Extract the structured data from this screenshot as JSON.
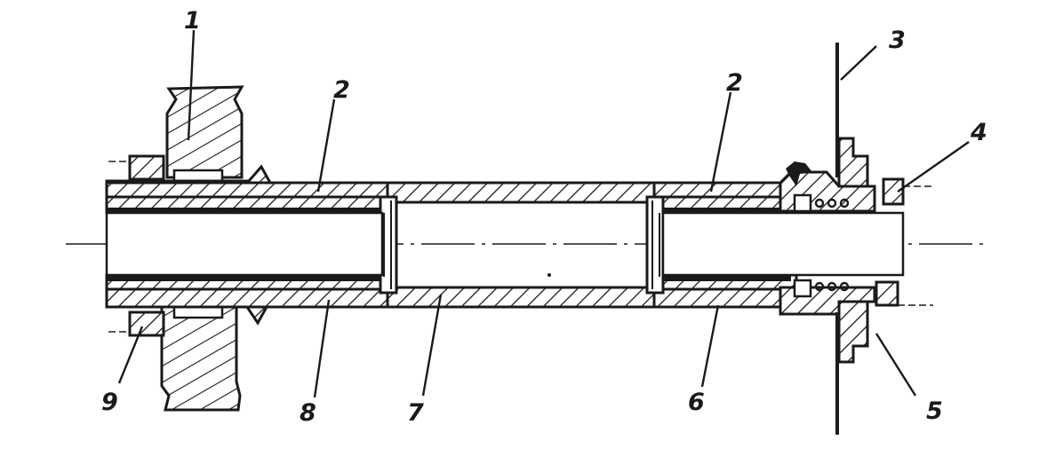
{
  "diagram": {
    "callouts": [
      {
        "id": "c1",
        "label": "1"
      },
      {
        "id": "c2a",
        "label": "2"
      },
      {
        "id": "c2b",
        "label": "2"
      },
      {
        "id": "c3",
        "label": "3"
      },
      {
        "id": "c4",
        "label": "4"
      },
      {
        "id": "c5",
        "label": "5"
      },
      {
        "id": "c6",
        "label": "6"
      },
      {
        "id": "c7",
        "label": "7"
      },
      {
        "id": "c8",
        "label": "8"
      },
      {
        "id": "c9",
        "label": "9"
      }
    ]
  },
  "colors": {
    "ink": "#1a1a1a",
    "paper": "#ffffff"
  }
}
